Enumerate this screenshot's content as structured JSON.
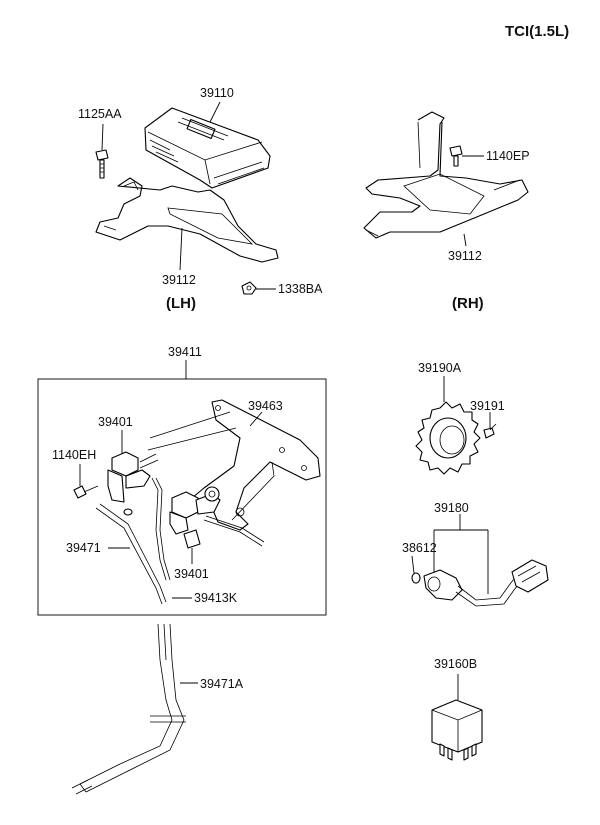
{
  "header": {
    "variant": "TCI(1.5L)"
  },
  "labels": {
    "ecu": "39110",
    "bolt_lh": "1125AA",
    "bracket_lh": "39112",
    "nut_lh": "1338BA",
    "side_lh": "(LH)",
    "bolt_rh": "1140EP",
    "bracket_rh": "39112",
    "side_rh": "(RH)",
    "valve_assembly": "39411",
    "valve_bracket": "39463",
    "solenoid_upper": "39401",
    "bolt_valve": "1140EH",
    "hose": "39471",
    "solenoid_lower": "39401",
    "hose_clip": "39413K",
    "hose_extension": "39471A",
    "target_wheel": "39190A",
    "wheel_screw": "39191",
    "crank_sensor": "39180",
    "oring": "38612",
    "relay": "39160B"
  }
}
